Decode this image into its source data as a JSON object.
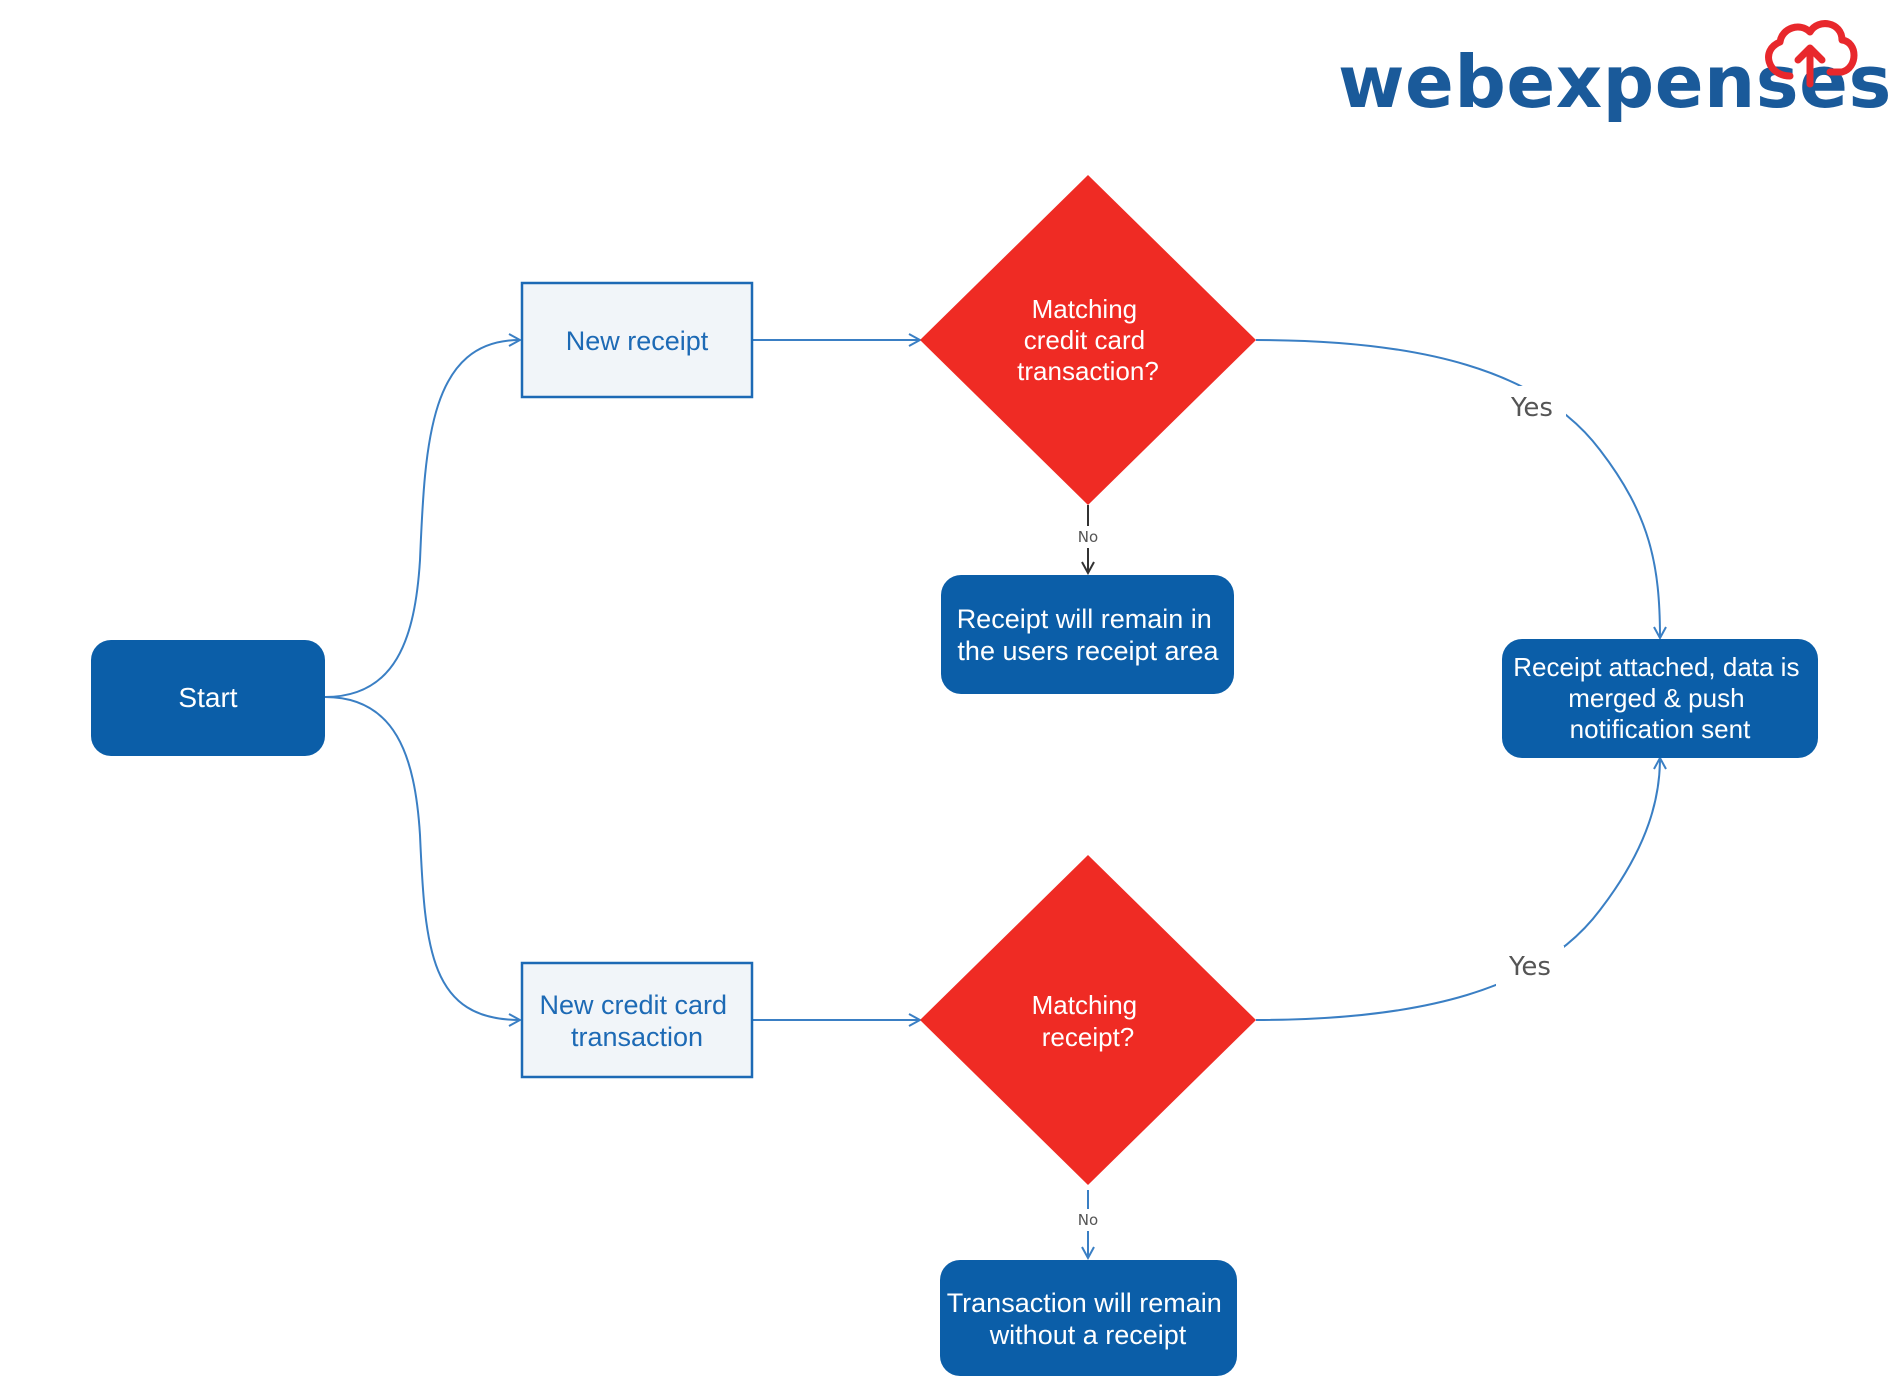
{
  "brand": {
    "name": "webexpenses",
    "text_color": "#1a5a9a",
    "accent_color": "#e8282c"
  },
  "colors": {
    "terminal_fill": "#0b5ea8",
    "process_fill": "#f1f5f9",
    "process_border": "#1d6ab5",
    "process_text": "#1d6ab5",
    "decision_fill": "#ef2b24",
    "connector": "#3a7fc4",
    "label_text": "#555555"
  },
  "nodes": {
    "start": {
      "lines": [
        "Start"
      ]
    },
    "new_receipt": {
      "lines": [
        "New receipt"
      ]
    },
    "new_transaction": {
      "lines": [
        "New credit card",
        "transaction"
      ]
    },
    "decision_card": {
      "lines": [
        "Matching",
        "credit card",
        "transaction?"
      ]
    },
    "decision_receipt": {
      "lines": [
        "Matching",
        "receipt?"
      ]
    },
    "receipt_remain": {
      "lines": [
        "Receipt will remain in",
        "the users receipt area"
      ]
    },
    "transaction_remain": {
      "lines": [
        "Transaction will remain",
        "without a receipt"
      ]
    },
    "attached": {
      "lines": [
        "Receipt attached, data is",
        "merged & push",
        "notification sent"
      ]
    }
  },
  "edges": {
    "yes_top": "Yes",
    "yes_bottom": "Yes",
    "no_top": "No",
    "no_bottom": "No"
  }
}
